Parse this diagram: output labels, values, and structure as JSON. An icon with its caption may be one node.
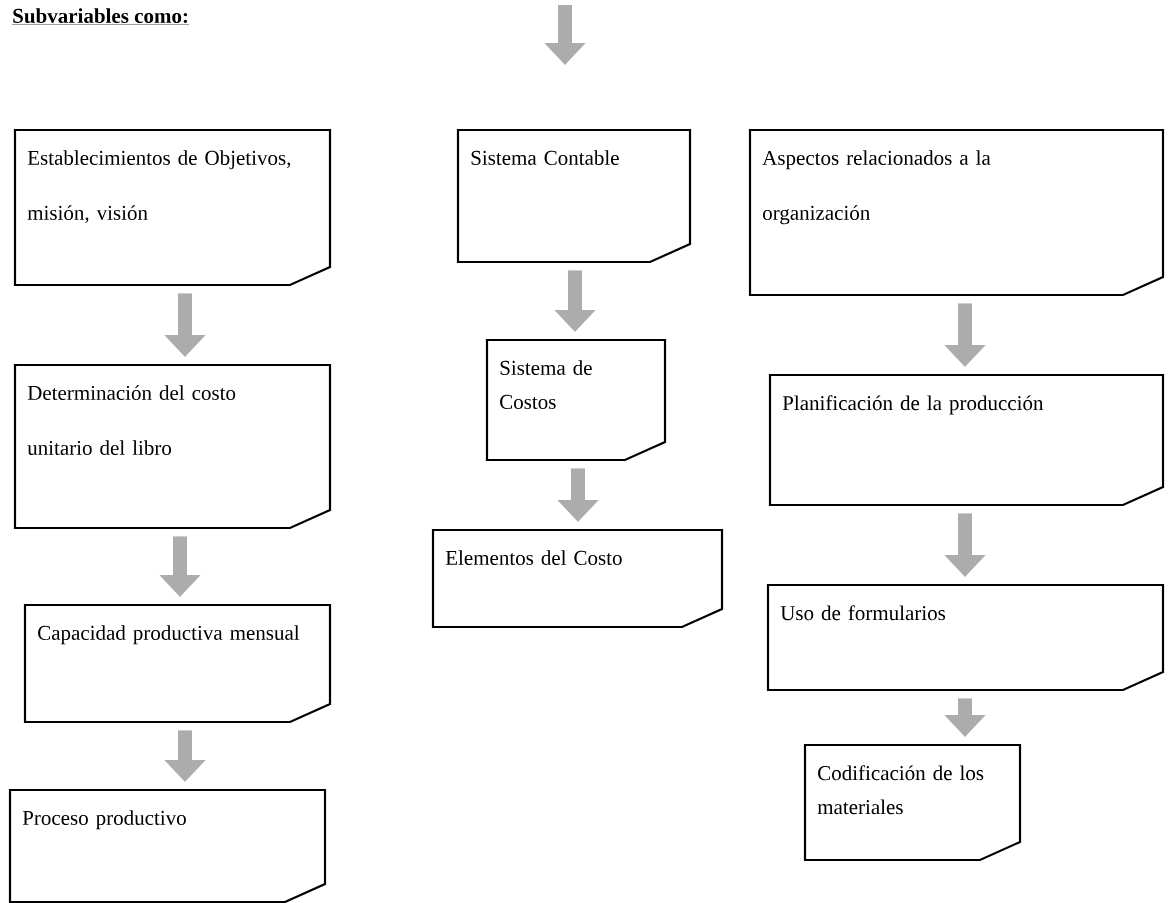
{
  "diagram": {
    "nodes": [
      {
        "text": [
          "Establecimientos de Objetivos, misión, visión"
        ]
      },
      {
        "text": [
          "Determinación del costo unitario del libro"
        ]
      },
      {
        "text": [
          "Capacidad productiva mensual"
        ]
      },
      {
        "text": [
          "Proceso productivo"
        ]
      },
      {
        "text": [
          "Sistema Contable"
        ]
      },
      {
        "text": [
          "Sistema de Costos"
        ]
      },
      {
        "text": [
          "Elementos del Costo"
        ]
      },
      {
        "text": [
          "Aspectos relacionados a la organización"
        ]
      },
      {
        "text": [
          "Planificación de la producción"
        ]
      },
      {
        "text": [
          "Uso de formularios"
        ]
      },
      {
        "text": [
          "Codificación de los materiales"
        ]
      }
    ],
    "edges": [
      {
        "from": 0,
        "to": 1,
        "arrow": "to"
      },
      {
        "from": 1,
        "to": 2,
        "arrow": "to"
      },
      {
        "from": 2,
        "to": 3,
        "arrow": "to"
      },
      {
        "from": 4,
        "to": 5,
        "arrow": "to"
      },
      {
        "from": 5,
        "to": 6,
        "arrow": "to"
      },
      {
        "from": 7,
        "to": 8,
        "arrow": "to"
      },
      {
        "from": 8,
        "to": 9,
        "arrow": "to"
      },
      {
        "from": 9,
        "to": 10,
        "arrow": "to"
      }
    ],
    "labels": [
      "**Subvariables como:**"
    ]
  }
}
